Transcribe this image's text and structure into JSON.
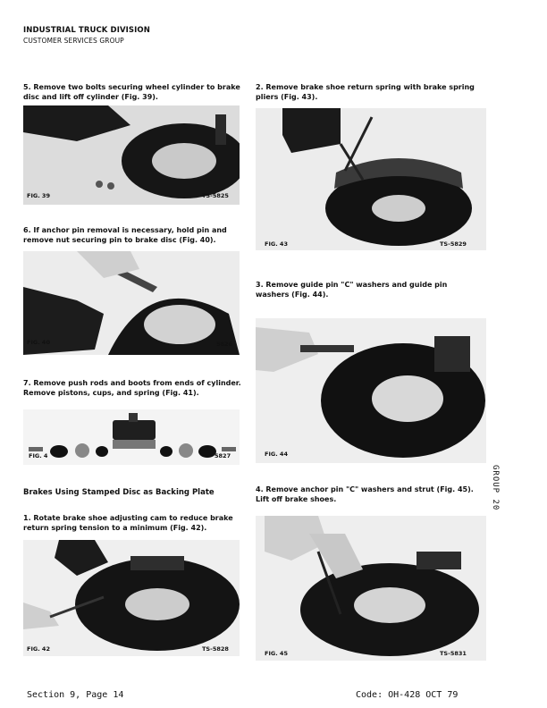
{
  "header": {
    "division": "INDUSTRIAL TRUCK DIVISION",
    "group": "CUSTOMER SERVICES GROUP"
  },
  "left_column": {
    "step5": "5. Remove two bolts securing wheel cylinder to brake disc and lift off cylinder (Fig. 39).",
    "fig39": {
      "label": "FIG. 39",
      "code": "TS-5825"
    },
    "step6": "6. If anchor pin removal is necessary, hold pin and remove nut securing pin to brake disc (Fig. 40).",
    "fig40": {
      "label": "FIG. 40",
      "code": "5826"
    },
    "step7": "7. Remove push rods and boots from ends of cylinder. Remove pistons, cups, and spring (Fig. 41).",
    "fig41": {
      "label": "FIG. 4",
      "code": "5827"
    },
    "section_heading": "Brakes Using Stamped Disc as Backing Plate",
    "step1": "1. Rotate brake shoe adjusting cam to reduce brake return spring tension to a minimum (Fig. 42).",
    "fig42": {
      "label": "FIG. 42",
      "code": "TS-5828"
    }
  },
  "right_column": {
    "step2": "2. Remove brake shoe return spring with brake spring pliers (Fig. 43).",
    "fig43": {
      "label": "FIG. 43",
      "code": "TS-5829"
    },
    "step3": "3. Remove guide pin \"C\" washers and guide pin washers (Fig. 44).",
    "fig44": {
      "label": "FIG. 44"
    },
    "step4": "4. Remove anchor pin \"C\" washers and strut (Fig. 45). Lift off brake shoes.",
    "fig45": {
      "label": "FIG. 45",
      "code": "TS-5831"
    }
  },
  "side_tab": "GROUP 20",
  "footer": {
    "section": "Section 9, Page 14",
    "code": "Code: OH-428  OCT 79"
  }
}
